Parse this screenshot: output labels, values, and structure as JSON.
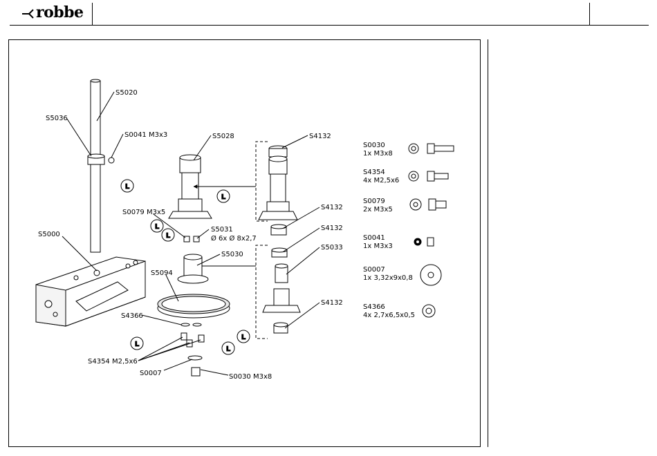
{
  "header": {
    "logo_text": "robbe"
  },
  "colors": {
    "ink": "#000000",
    "paper": "#ffffff",
    "shade": "#e8e8e8"
  },
  "icons": {
    "logo": "robbe-logo-icon",
    "loctite": "loctite-l-icon"
  },
  "part_labels": {
    "S5020": "S5020",
    "S5036": "S5036",
    "S0041_top": "S0041  M3x3",
    "S5028": "S5028",
    "S4132_a": "S4132",
    "S4132_b": "S4132",
    "S4132_c": "S4132",
    "S4132_d": "S4132",
    "S0079_m": "S0079 M3x5",
    "S5031": "S5031",
    "S5031_dim": "Ø 6x Ø 8x2,7",
    "S5000": "S5000",
    "S5030": "S5030",
    "S5033": "S5033",
    "S5094": "S5094",
    "S4366_m": "S4366",
    "S4354_m": "S4354 M2,5x6",
    "S0007_m": "S0007",
    "S0030_m": "S0030 M3x8"
  },
  "loctite_label": "L",
  "legend": [
    {
      "code": "S0030",
      "qty": "1x    M3x8"
    },
    {
      "code": "S4354",
      "qty": "4x   M2,5x6"
    },
    {
      "code": "S0079",
      "qty": "2x   M3x5"
    },
    {
      "code": "S0041",
      "qty": "1x   M3x3"
    },
    {
      "code": "S0007",
      "qty": "1x   3,32x9x0,8"
    },
    {
      "code": "S4366",
      "qty": "4x   2,7x6,5x0,5"
    }
  ]
}
